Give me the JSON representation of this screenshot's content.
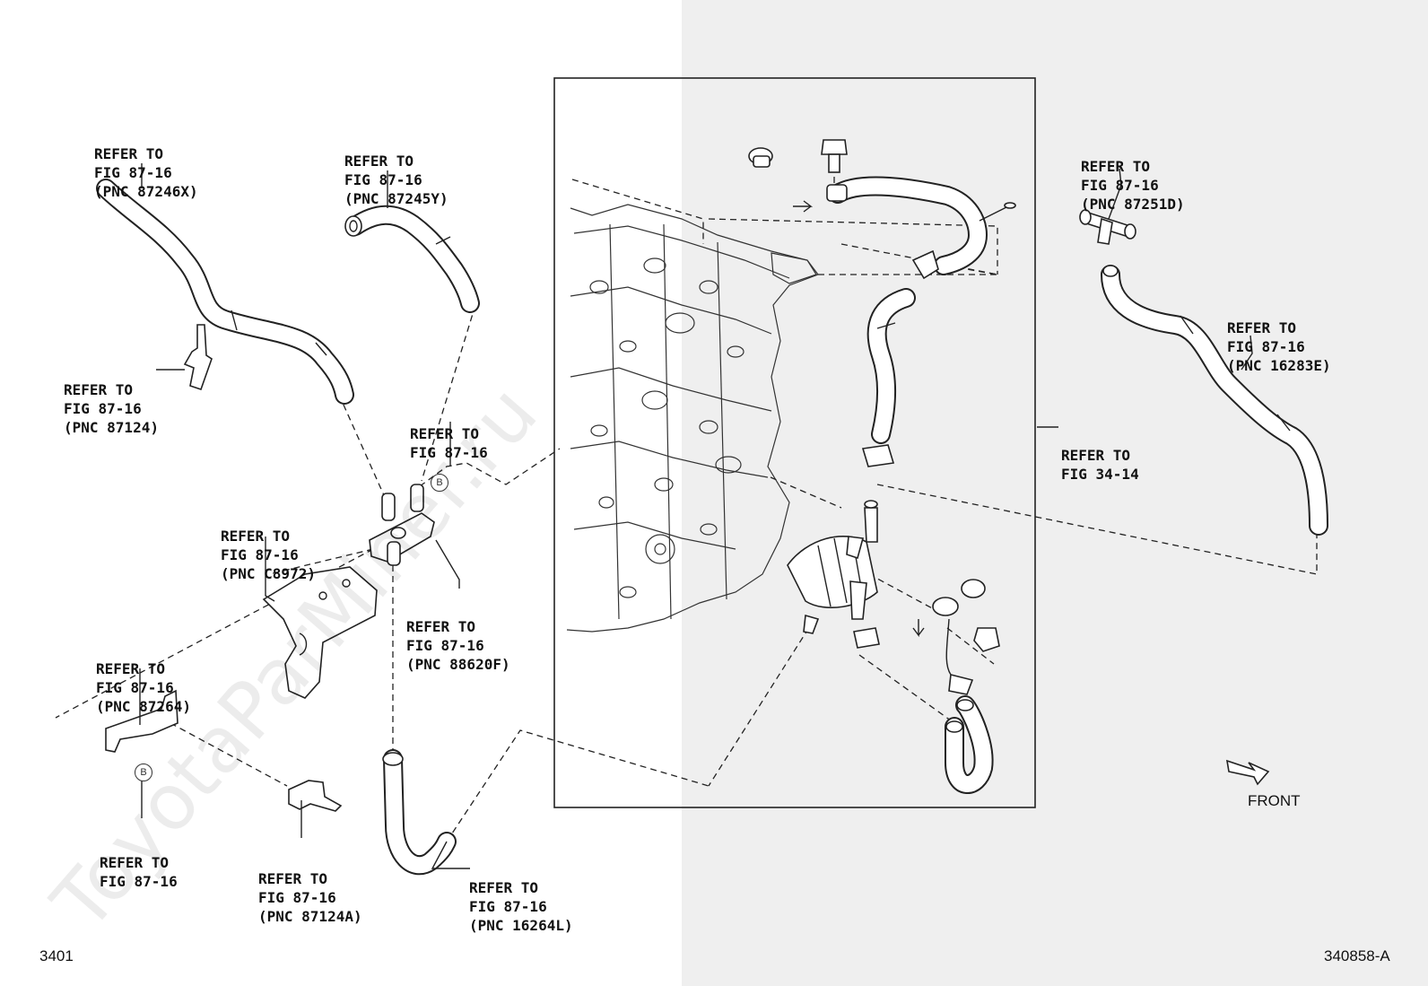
{
  "watermark": "ToyotaParMiner.ru",
  "page": {
    "section_number": "3401",
    "figure_code": "340858-A",
    "direction_label": "FRONT"
  },
  "callouts": [
    {
      "id": "pnc-87246x",
      "lines": [
        "REFER TO",
        "FIG 87-16",
        "(PNC 87246X)"
      ]
    },
    {
      "id": "pnc-87245y",
      "lines": [
        "REFER TO",
        "FIG 87-16",
        "(PNC 87245Y)"
      ]
    },
    {
      "id": "pnc-87124",
      "lines": [
        "REFER TO",
        "FIG 87-16",
        "(PNC 87124)"
      ]
    },
    {
      "id": "fig-87-16-b-upper",
      "lines": [
        "REFER TO",
        "FIG 87-16"
      ]
    },
    {
      "id": "pnc-c8972",
      "lines": [
        "REFER TO",
        "FIG 87-16",
        "(PNC C8972)"
      ]
    },
    {
      "id": "pnc-88620f",
      "lines": [
        "REFER TO",
        "FIG 87-16",
        "(PNC 88620F)"
      ]
    },
    {
      "id": "pnc-87264",
      "lines": [
        "REFER TO",
        "FIG 87-16",
        "(PNC 87264)"
      ]
    },
    {
      "id": "fig-87-16-b-lower",
      "lines": [
        "REFER TO",
        "FIG 87-16"
      ]
    },
    {
      "id": "pnc-87124a",
      "lines": [
        "REFER TO",
        "FIG 87-16",
        "(PNC 87124A)"
      ]
    },
    {
      "id": "pnc-16264l",
      "lines": [
        "REFER TO",
        "FIG 87-16",
        "(PNC 16264L)"
      ]
    },
    {
      "id": "pnc-87251d",
      "lines": [
        "REFER TO",
        "FIG 87-16",
        "(PNC 87251D)"
      ]
    },
    {
      "id": "pnc-16283e",
      "lines": [
        "REFER TO",
        "FIG 87-16",
        "(PNC 16283E)"
      ]
    },
    {
      "id": "fig-34-14",
      "lines": [
        "REFER TO",
        "FIG 34-14"
      ]
    }
  ],
  "connector_labels": {
    "upper": "B",
    "lower": "B"
  }
}
